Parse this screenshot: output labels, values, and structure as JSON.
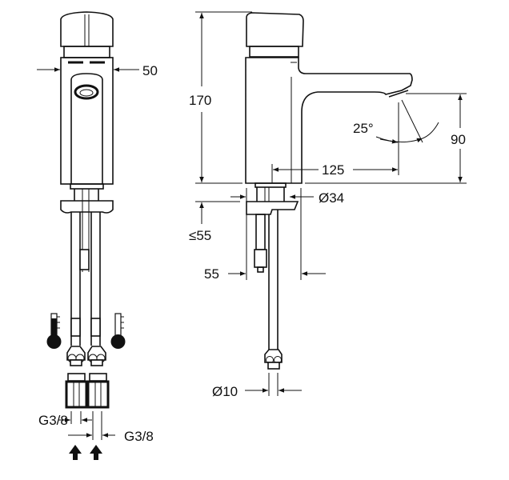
{
  "title": "Self-closing pillar tap dimension drawing",
  "dimensions": {
    "body_width": "50",
    "height": "170",
    "spout_height": "90",
    "spout_reach": "125",
    "angle": "25°",
    "shank_diameter": "Ø34",
    "max_deck_thickness": "≤55",
    "offset": "55",
    "hose_diameter": "Ø10",
    "connection_left": "G3/8",
    "connection_right": "G3/8"
  },
  "icons": [
    "hot-thermometer-icon",
    "cold-thermometer-icon",
    "inlet-arrow-up-icon",
    "inlet-arrow-up-icon"
  ]
}
